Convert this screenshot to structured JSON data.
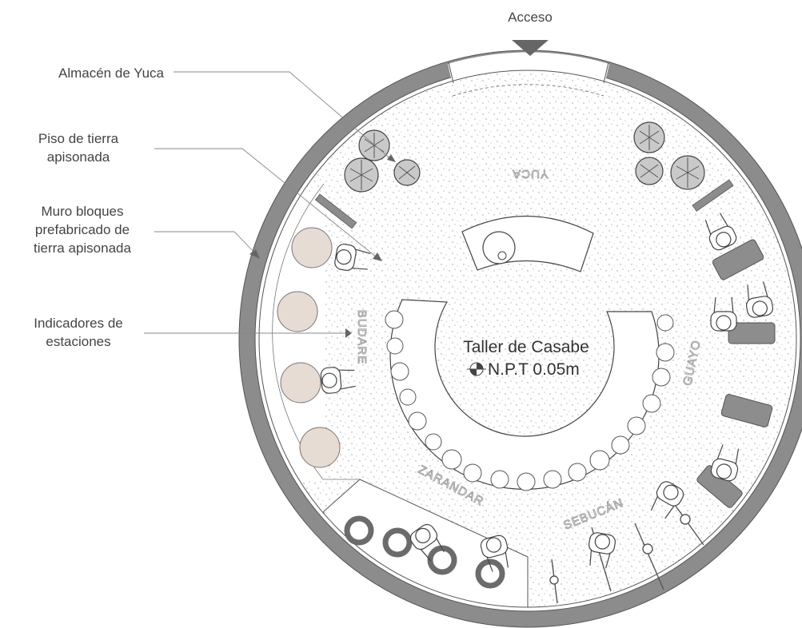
{
  "labels": {
    "access": "Acceso",
    "yuca_store": "Almacén de Yuca",
    "floor_line1": "Piso  de tierra",
    "floor_line2": "apisonada",
    "wall_line1": "Muro bloques",
    "wall_line2": "prefabricado de",
    "wall_line3": "tierra apisonada",
    "indicators_line1": "Indicadores de",
    "indicators_line2": "estaciones"
  },
  "stations": {
    "yuca": "YUCA",
    "budare": "BUDARE",
    "guayo": "GUAYO",
    "zarandar": "ZARANDAR",
    "sebucan": "SEBUCÁN"
  },
  "center": {
    "title": "Taller de Casabe",
    "level": "N.P.T 0.05m"
  },
  "colors": {
    "wall": "#8c8c8c",
    "floor": "#ffffff",
    "stipple": "#9a9a9a",
    "budare_disc": "#e6dcd3",
    "zarandar_ring": "#6b6b6b",
    "guayo_board": "#8d8d8d"
  }
}
